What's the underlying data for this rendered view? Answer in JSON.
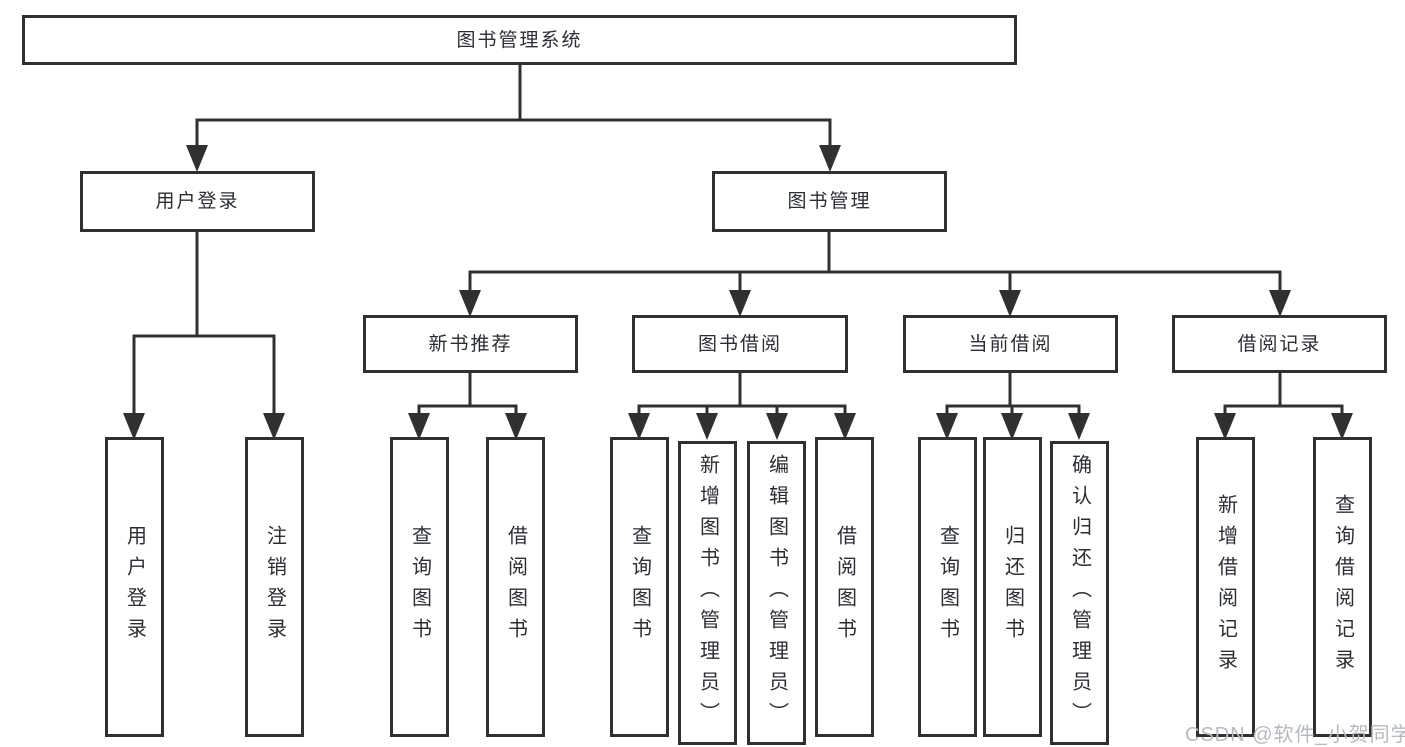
{
  "nodes": {
    "root": "图书管理系统",
    "user_login": "用户登录",
    "book_mgmt": "图书管理",
    "new_books": "新书推荐",
    "book_borrow": "图书借阅",
    "current_borrow": "当前借阅",
    "borrow_records": "借阅记录",
    "leaves": {
      "user_login_leaf": "用户登录",
      "logout": "注销登录",
      "nb_query_books": "查询图书",
      "nb_borrow_books": "借阅图书",
      "bb_query_books": "查询图书",
      "bb_add_books": "新增图书（管理员）",
      "bb_edit_books": "编辑图书（管理员）",
      "bb_borrow_books": "借阅图书",
      "cb_query_books": "查询图书",
      "cb_return_books": "归还图书",
      "cb_confirm_return": "确认归还（管理员）",
      "br_add_record": "新增借阅记录",
      "br_query_record": "查询借阅记录"
    }
  },
  "watermark": "CSDN @软件_小贺同学",
  "colors": {
    "line": "#303030",
    "text": "#2b2e33",
    "watermark": "#b6bac0",
    "background": "#ffffff"
  }
}
